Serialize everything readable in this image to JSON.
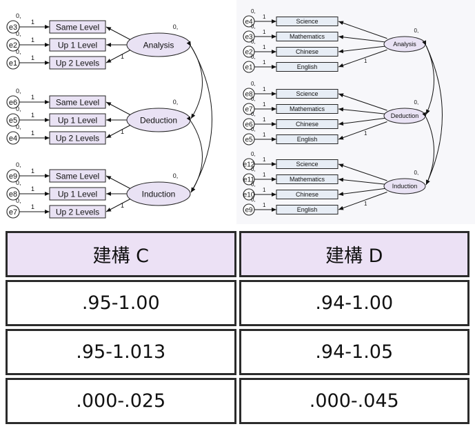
{
  "diagram_c": {
    "latents": [
      "Analysis",
      "Deduction",
      "Induction"
    ],
    "indicators": [
      "Same Level",
      "Up 1 Level",
      "Up 2 Levels"
    ],
    "errors": [
      [
        "e3",
        "e2",
        "e1"
      ],
      [
        "e6",
        "e5",
        "e4"
      ],
      [
        "e9",
        "e8",
        "e7"
      ]
    ],
    "zero": "0,",
    "one": "1"
  },
  "diagram_d": {
    "latents": [
      "Analysis",
      "Deduction",
      "Induction"
    ],
    "indicators": [
      "Science",
      "Mathematics",
      "Chinese",
      "English"
    ],
    "errors": [
      [
        "e4",
        "e3",
        "e2",
        "e1"
      ],
      [
        "e8",
        "e7",
        "e6",
        "e5"
      ],
      [
        "e12",
        "e11",
        "e10",
        "e9"
      ]
    ],
    "zero": "0,",
    "one": "1"
  },
  "table": {
    "headers": [
      "建構 C",
      "建構 D"
    ],
    "rows": [
      [
        ".95-1.00",
        ".94-1.00"
      ],
      [
        ".95-1.013",
        ".94-1.05"
      ],
      [
        ".000-.025",
        ".000-.045"
      ]
    ]
  }
}
